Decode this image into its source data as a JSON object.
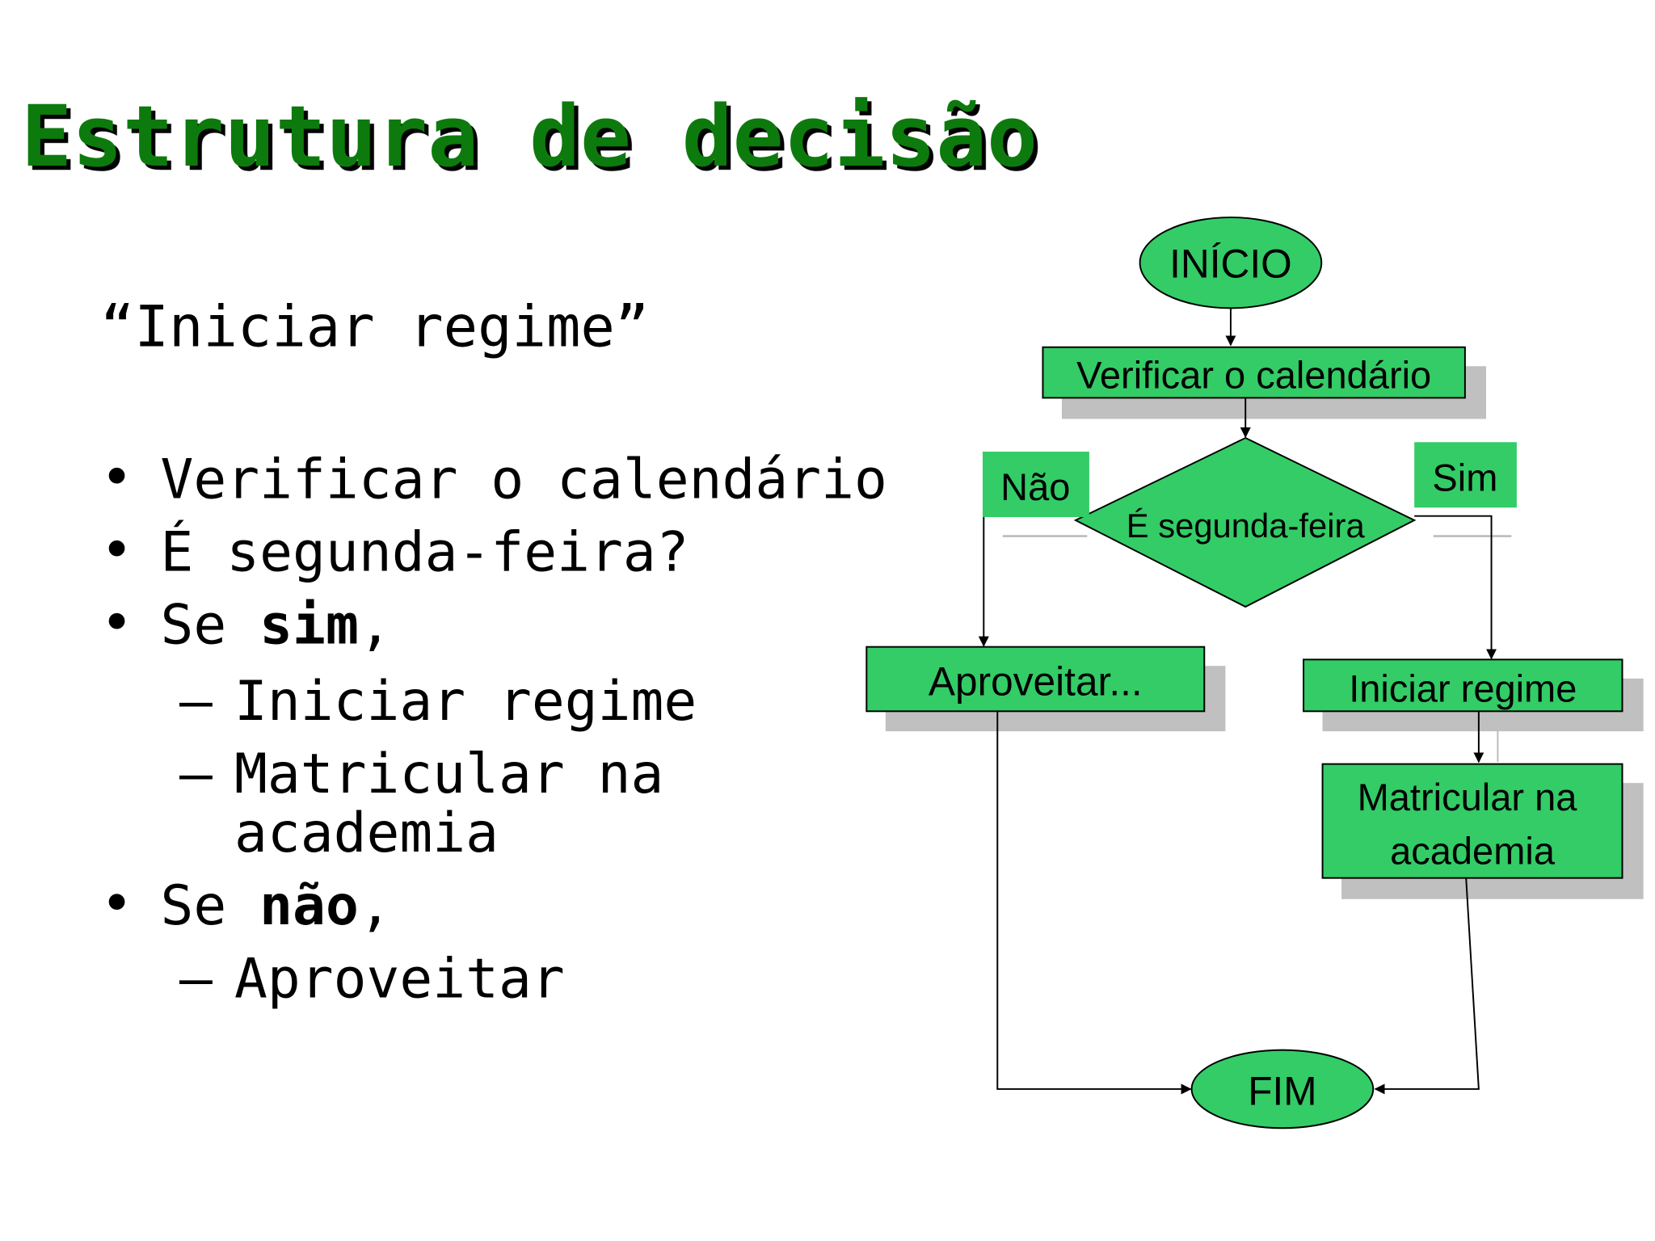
{
  "title": "Estrutura de decisão",
  "subtitle": "“Iniciar regime”",
  "bullets": [
    {
      "marker": "•",
      "text": "Verificar o calendário"
    },
    {
      "marker": "•",
      "text": "É segunda-feira?"
    },
    {
      "marker": "•",
      "prefix": "Se ",
      "bold": "sim",
      "suffix": ","
    },
    {
      "marker": "–",
      "text": "Iniciar regime"
    },
    {
      "marker": "–",
      "text": "Matricular na",
      "text2": "academia"
    },
    {
      "marker": "•",
      "prefix": "Se ",
      "bold": "não",
      "suffix": ","
    },
    {
      "marker": "–",
      "text": "Aproveitar"
    }
  ],
  "flowchart": {
    "start": "INÍCIO",
    "step1": "Verificar o calendário",
    "decision": "É segunda-feira",
    "no_label": "Não",
    "yes_label": "Sim",
    "no_action": "Aproveitar...",
    "yes_action1": "Iniciar regime",
    "yes_action2_line1": "Matricular na",
    "yes_action2_line2": "academia",
    "end": "FIM"
  },
  "colors": {
    "title": "#0a7a0a",
    "shape_fill": "#33cc66",
    "shadow": "#c0c0c0"
  }
}
